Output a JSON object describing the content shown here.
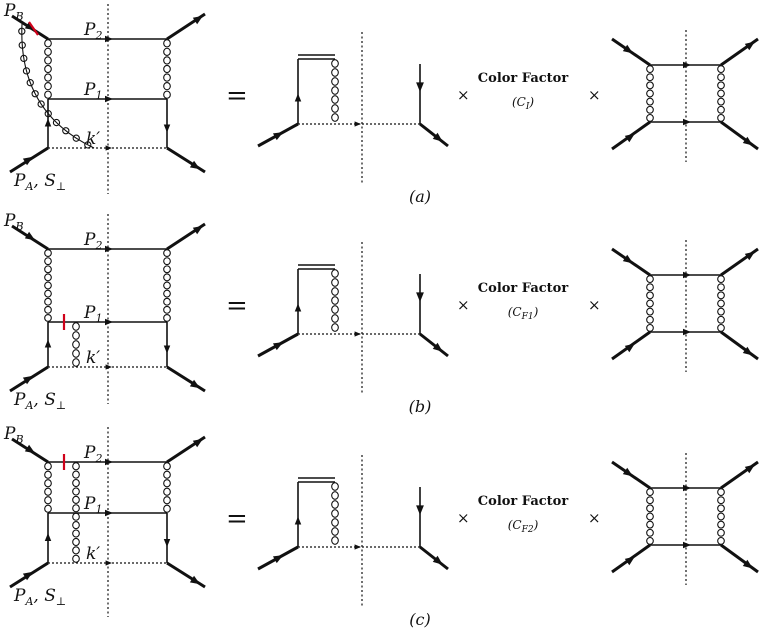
{
  "panels": [
    {
      "caption": "(a)",
      "labels": {
        "pb": "P",
        "pb_sub": "B",
        "p2": "P",
        "p2_sub": "2",
        "p1": "P",
        "p1_sub": "1",
        "kp": "k′",
        "pa": "P",
        "pa_sub": "A",
        "pa_rest": ", S",
        "pa_rest_sub": "⊥"
      },
      "equals": "=",
      "times": "×",
      "color_factor_label": "Color Factor",
      "color_factor_open": "(C",
      "color_factor_sub": "I",
      "color_factor_close": ")"
    },
    {
      "caption": "(b)",
      "labels": {
        "pb": "P",
        "pb_sub": "B",
        "p2": "P",
        "p2_sub": "2",
        "p1": "P",
        "p1_sub": "1",
        "kp": "k′",
        "pa": "P",
        "pa_sub": "A",
        "pa_rest": ", S",
        "pa_rest_sub": "⊥"
      },
      "equals": "=",
      "times": "×",
      "color_factor_label": "Color Factor",
      "color_factor_open": "(C",
      "color_factor_sub": "F1",
      "color_factor_close": ")"
    },
    {
      "caption": "(c)",
      "labels": {
        "pb": "P",
        "pb_sub": "B",
        "p2": "P",
        "p2_sub": "2",
        "p1": "P",
        "p1_sub": "1",
        "kp": "k′",
        "pa": "P",
        "pa_sub": "A",
        "pa_rest": ", S",
        "pa_rest_sub": "⊥"
      },
      "equals": "=",
      "times": "×",
      "color_factor_label": "Color Factor",
      "color_factor_open": "(C",
      "color_factor_sub": "F2",
      "color_factor_close": ")"
    }
  ],
  "colors": {
    "line": "#111111",
    "cut_marker": "#d0021b"
  },
  "icons": [
    "arrow-right-icon",
    "arrow-down-icon",
    "arrow-up-icon",
    "gluon-coil-icon",
    "cut-marker-icon"
  ]
}
